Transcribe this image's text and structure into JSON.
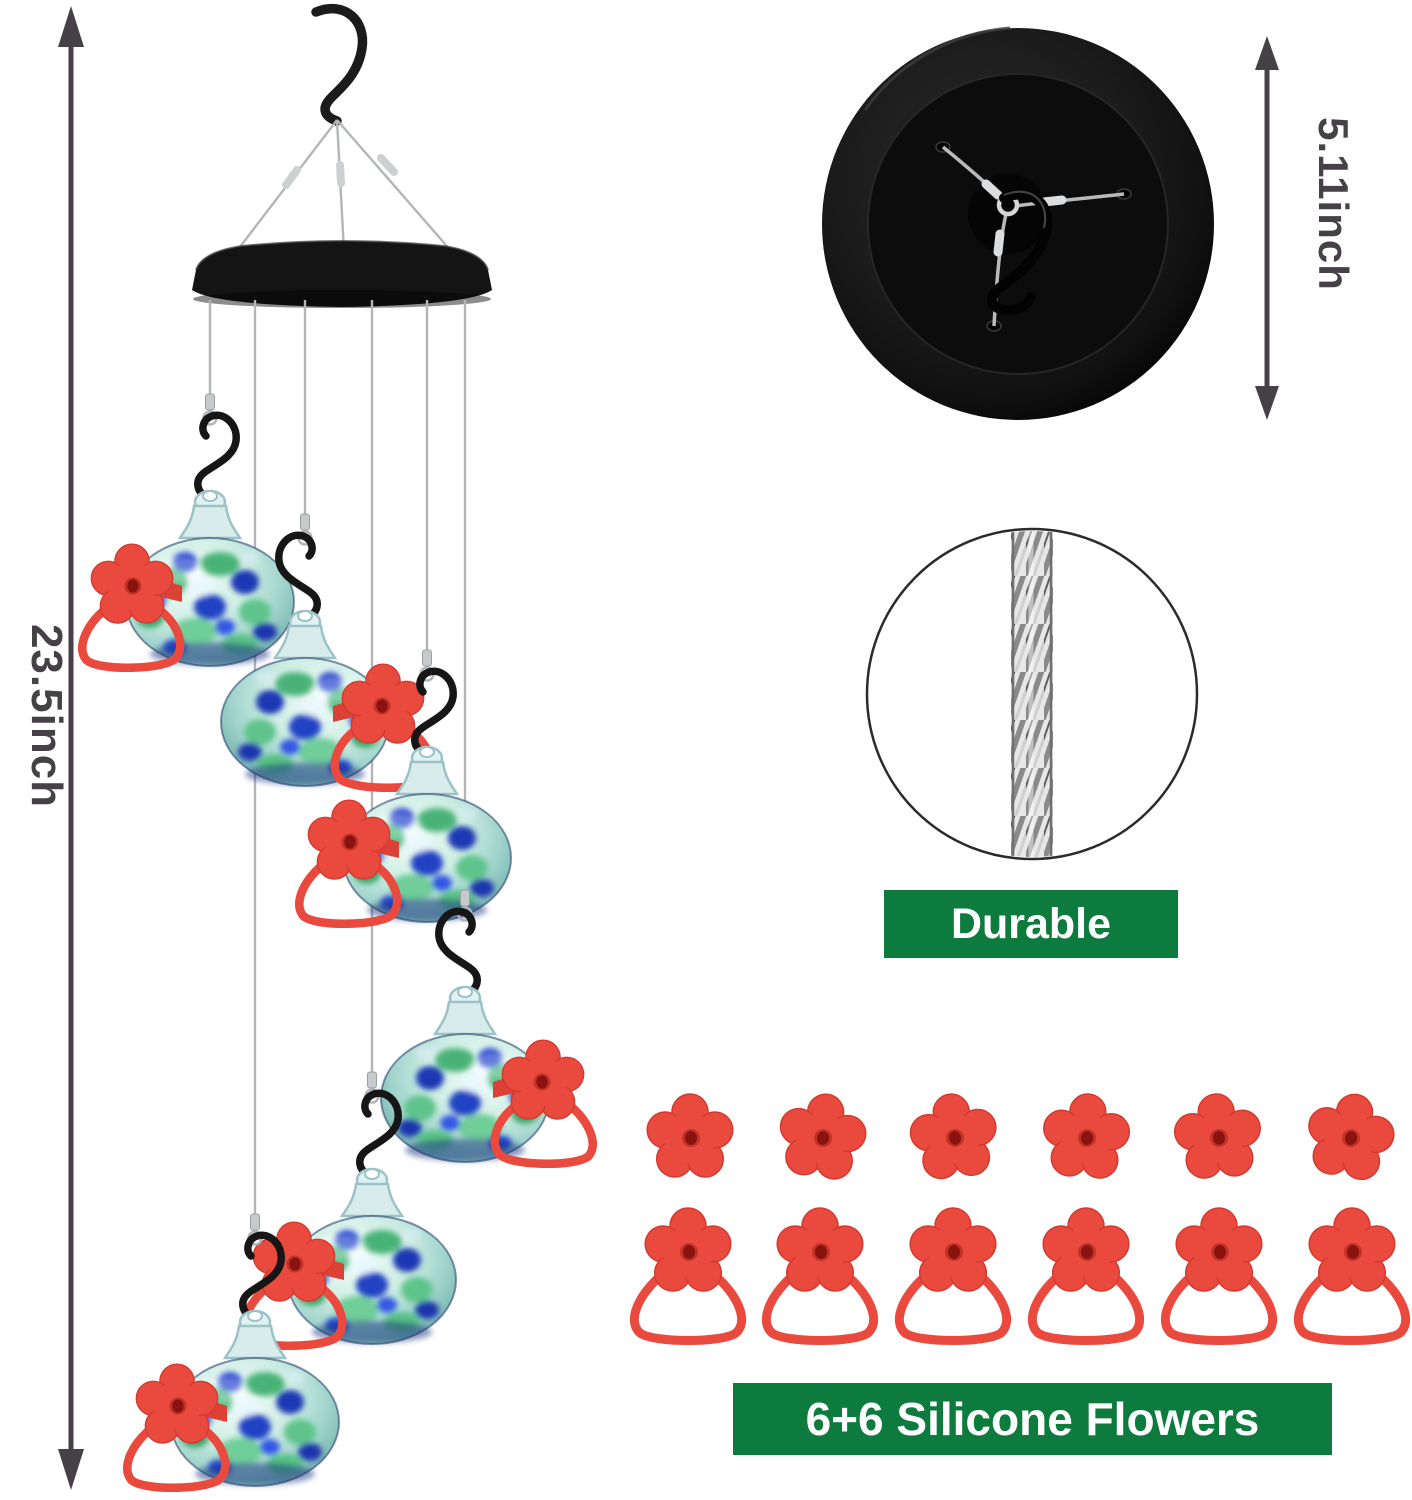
{
  "page": {
    "type": "product-dimension-diagram",
    "background": "#ffffff"
  },
  "dimensions": {
    "overall_height_label": "23.5inch",
    "canopy_height_label": "5.11inch"
  },
  "badges": {
    "cable": "Durable",
    "flowers": "6+6 Silicone Flowers"
  },
  "counts": {
    "glass_feeders": 6,
    "plain_flowers": 6,
    "looped_flowers": 6,
    "suspension_wires": 3,
    "hanging_wires": 6
  },
  "colors": {
    "badge_green": "#0e7b3e",
    "badge_text": "#ffffff",
    "flower_red": "#ea4a3e",
    "flower_hole": "#8a130f",
    "glass_green": "#53bd82",
    "glass_blue": "#2443c4",
    "canopy_black": "#141414",
    "wire_silver": "#b3b6b8",
    "dimension_dark": "#454146"
  }
}
